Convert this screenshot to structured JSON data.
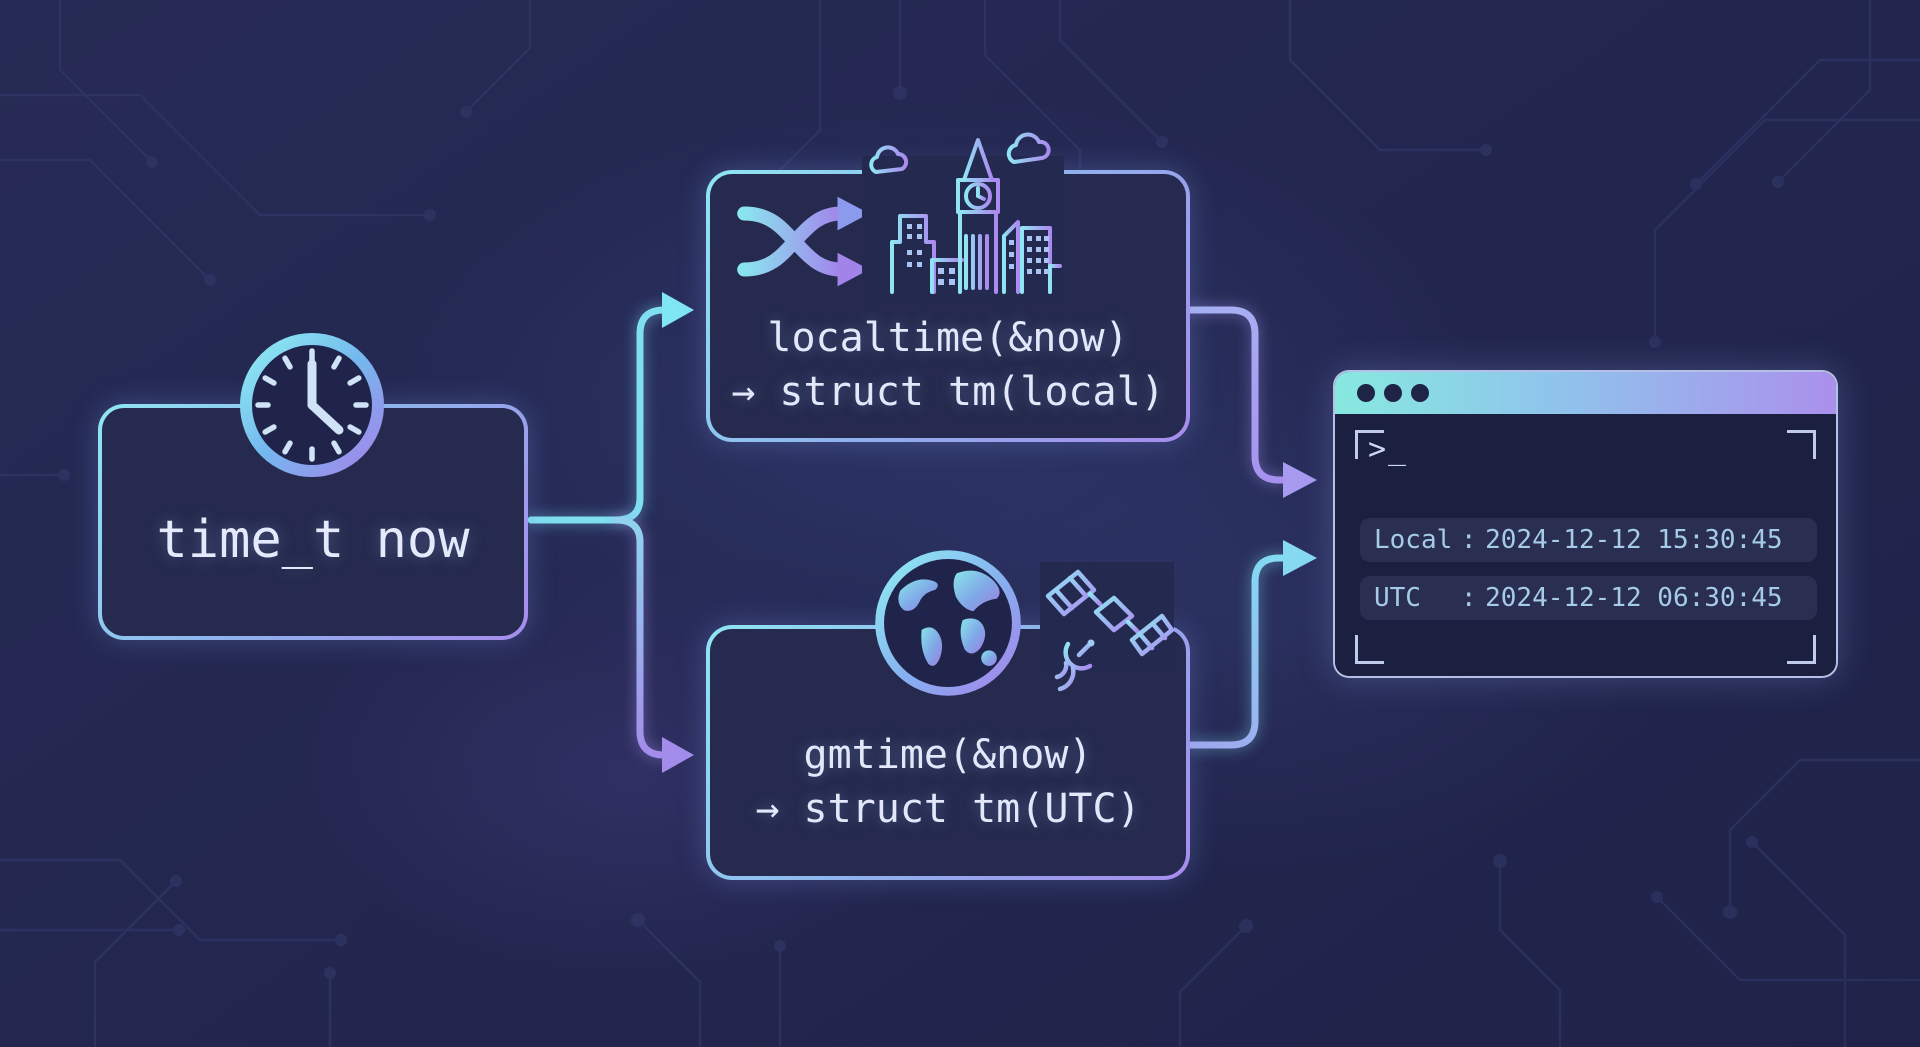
{
  "left_box": {
    "label": "time_t now"
  },
  "top_box": {
    "line1": "localtime(&now)",
    "line2": "→ struct tm(local)"
  },
  "bottom_box": {
    "line1": "gmtime(&now)",
    "line2": "→ struct tm(UTC)"
  },
  "terminal": {
    "prompt": ">_",
    "rows": [
      {
        "label": "Local",
        "sep": ":",
        "value": "2024-12-12 15:30:45"
      },
      {
        "label": "UTC",
        "sep": ":",
        "value": "2024-12-12 06:30:45"
      }
    ]
  },
  "icons": {
    "left_box": "clock-icon",
    "top_box": [
      "shuffle-icon",
      "city-skyline-icon"
    ],
    "bottom_box": [
      "globe-icon",
      "satellite-icon"
    ],
    "terminal": "window-dots-icon"
  },
  "colors": {
    "background": "#232750",
    "accent_cyan": "#8fe6f2",
    "accent_purple": "#a78cec",
    "box_fill": "#252a4e",
    "terminal_body": "#1c2040",
    "titlebar_from": "#87e9df",
    "titlebar_to": "#ab90ec",
    "text_primary": "#e2e7fa",
    "terminal_text": "#a6cbe9"
  }
}
